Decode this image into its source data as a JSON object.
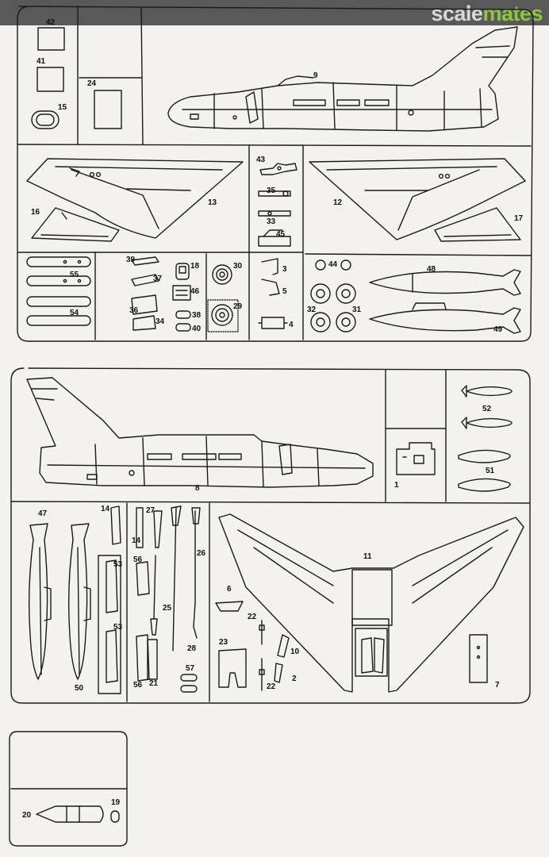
{
  "header": {
    "logo_part1": "scale",
    "logo_part2": "mates"
  },
  "sprue_a": {
    "parts": {
      "p42": "42",
      "p41": "41",
      "p15": "15",
      "p24": "24",
      "p9": "9",
      "p13": "13",
      "p16": "16",
      "p43": "43",
      "p35": "35",
      "p33": "33",
      "p45": "45",
      "p3": "3",
      "p5": "5",
      "p4": "4",
      "p12": "12",
      "p17": "17",
      "p39": "39",
      "p37": "37",
      "p36": "36",
      "p34": "34",
      "p18": "18",
      "p46": "46",
      "p38": "38",
      "p40": "40",
      "p30": "30",
      "p29": "29",
      "p55": "55",
      "p54": "54",
      "p44": "44",
      "p32": "32",
      "p31": "31",
      "p48": "48",
      "p49": "49"
    }
  },
  "sprue_b": {
    "parts": {
      "p8": "8",
      "p1": "1",
      "p52": "52",
      "p51": "51",
      "p47": "47",
      "p50": "50",
      "p14a": "14",
      "p14b": "14",
      "p53a": "53",
      "p53b": "53",
      "p27": "27",
      "p56a": "56",
      "p56b": "56",
      "p25": "25",
      "p28": "28",
      "p57": "57",
      "p21": "21",
      "p26": "26",
      "p11": "11",
      "p6": "6",
      "p22a": "22",
      "p22b": "22",
      "p23": "23",
      "p10": "10",
      "p2": "2",
      "p7": "7"
    }
  },
  "sprue_c": {
    "parts": {
      "p20": "20",
      "p19": "19"
    }
  },
  "colors": {
    "ink": "#1a1a1a",
    "paper": "#f3f2ee",
    "header_band": "#595959",
    "logo_light": "#d9d9d9",
    "logo_green": "#8fc63f"
  }
}
